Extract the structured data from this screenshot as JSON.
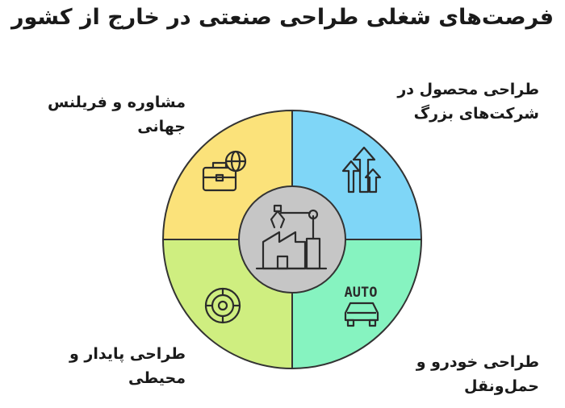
{
  "title": "فرصت‌های شغلی طراحی صنعتی در خارج از کشور",
  "segments": [
    {
      "lines": [
        "طراحی محصول در",
        "شرکت‌های بزرگ"
      ],
      "color": "#7fd6f7",
      "icon": "growth-arrows-icon"
    },
    {
      "lines": [
        "مشاوره و فریلنس",
        "جهانی"
      ],
      "color": "#fbe27a",
      "icon": "briefcase-globe-icon"
    },
    {
      "lines": [
        "طراحی پایدار و",
        "محیطی"
      ],
      "color": "#cfee80",
      "icon": "wheel-icon"
    },
    {
      "lines": [
        "طراحی خودرو و",
        "حمل‌ونقل"
      ],
      "color": "#86f3c0",
      "icon": "car-auto-icon"
    }
  ],
  "auto_text": "AUTO",
  "center": {
    "color": "#c6c6c6",
    "icon": "factory-robot-arm-icon"
  }
}
